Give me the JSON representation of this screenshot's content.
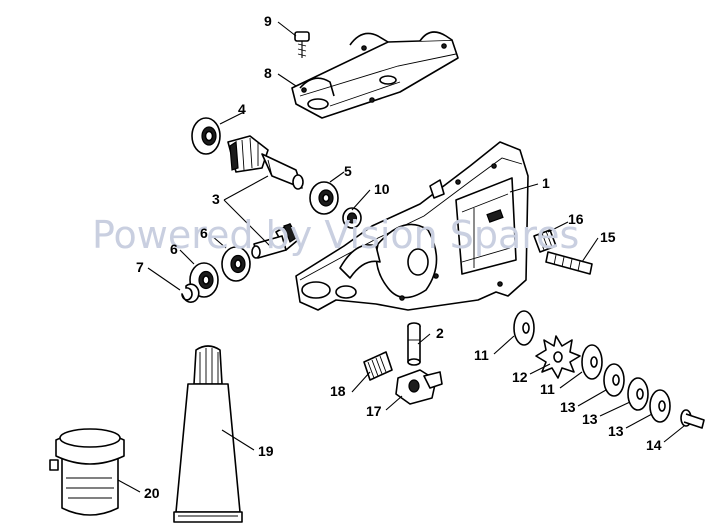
{
  "watermark": "Powered by Vision Spares",
  "callouts": {
    "c1": "1",
    "c2": "2",
    "c3": "3",
    "c4": "4",
    "c5": "5",
    "c6a": "6",
    "c6b": "6",
    "c7": "7",
    "c8": "8",
    "c9": "9",
    "c10": "10",
    "c11a": "11",
    "c11b": "11",
    "c12": "12",
    "c13a": "13",
    "c13b": "13",
    "c13c": "13",
    "c14": "14",
    "c15": "15",
    "c16": "16",
    "c17": "17",
    "c18": "18",
    "c19": "19",
    "c20": "20"
  },
  "colors": {
    "line": "#000000",
    "watermark": "#c9cfe0",
    "background": "#ffffff"
  }
}
